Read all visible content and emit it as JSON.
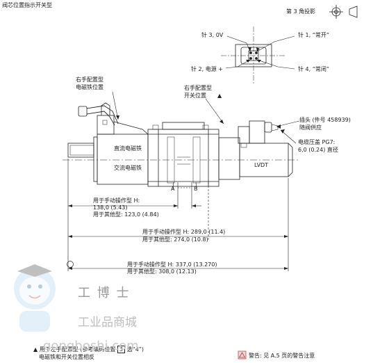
{
  "header": {
    "title": "阀芯位置指示开关型",
    "projection": "第 3 角投影"
  },
  "connector_labels": {
    "pin3": "针 3, 0V",
    "pin1": "针 1, “常开”",
    "pin2": "针 2, 电源 +",
    "pin4": "针 4, “常闭”"
  },
  "callouts": {
    "right_solenoid_line1": "右手配置型",
    "right_solenoid_line2": "电磁铁位置",
    "right_switch_line1": "右手配置型",
    "right_switch_line2": "开关位置",
    "warning_mark": "▲",
    "plug_line1": "插头 (件号 458939)",
    "plug_line2": "随阀供应",
    "cable_line1": "电缆压盖 PG7:",
    "cable_line2": "6,0 (0.24) 直径",
    "dc_solenoid": "直流电磁铁",
    "ac_solenoid": "交流电磁铁",
    "lvdt": "LVDT",
    "port_a": "A",
    "port_b": "B"
  },
  "dimensions": {
    "d1_line1": "用于手动操作型 H:",
    "d1_line2": "138,0 (5.43)",
    "d1_line3": "用于其他型: 123,0 (4.84)",
    "d2_line1": "用于手动操作型  H: 289,0 (11.4)",
    "d2_line2": "用于其他型: 274,0 (10.8)",
    "d3_line1": "用于手动操作型 H: 337,0 (13.270)",
    "d3_line2": "用于其他型: 308,0 (12.13)"
  },
  "footer": {
    "note_prefix": "▲ 用于左手配置型 (参考编码位置",
    "note_box": "3",
    "note_suffix": "选“4”)",
    "note_line2": "电磁铁和开关位置相反",
    "warning": "警告: 见 A.5 页的警告注意"
  },
  "watermark": {
    "brand_cn": "工 博 士",
    "subtitle": "工业品商城",
    "url": "gongboshi.com"
  }
}
